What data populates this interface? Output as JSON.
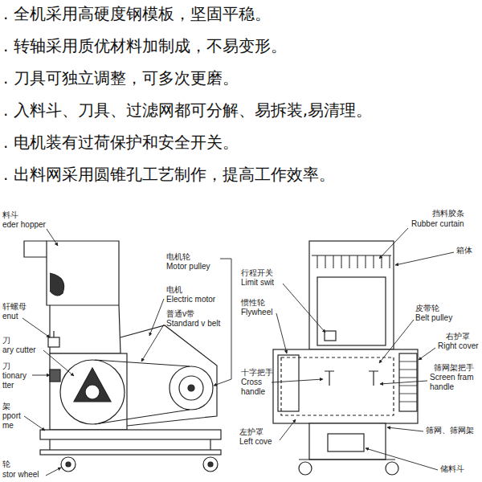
{
  "diagram": {
    "labels": [
      ". 全机采用高硬度钢模板，坚固平稳。",
      ". 转轴采用质优材料加制成，不易变形。",
      ". 刀具可独立调整，可多次更磨。",
      ". 入料斗、刀具、过滤网都可分解、易拆装,易清理。",
      ". 电机装有过荷保护和安全开关。",
      ". 出料网采用圆锥孔工艺制作，提高工作效率。",
      "料斗",
      "eder hopper",
      "电机轮",
      "Motor pulley",
      "电机",
      "Electric motor",
      "轩螺母",
      "enut",
      "普通v带",
      "Standard v belt",
      "刀",
      "ary cutter",
      "刀",
      "tionary",
      "tter",
      "架",
      "pport",
      "me",
      "轮",
      "stor wheel",
      "挡料胶条",
      "Rubber curtain",
      "箱体",
      "行程开关",
      "Limit swit",
      "皮带轮",
      "Belt pulley",
      "惯性轮",
      "Flywheel",
      "右护罩",
      "Right cover",
      "十字把手",
      "Cross",
      "handle",
      "筛网架把手",
      "Screen fram",
      "handle",
      "筛网、筛网架",
      "左护罩",
      "Left cove",
      "储料斗"
    ]
  }
}
